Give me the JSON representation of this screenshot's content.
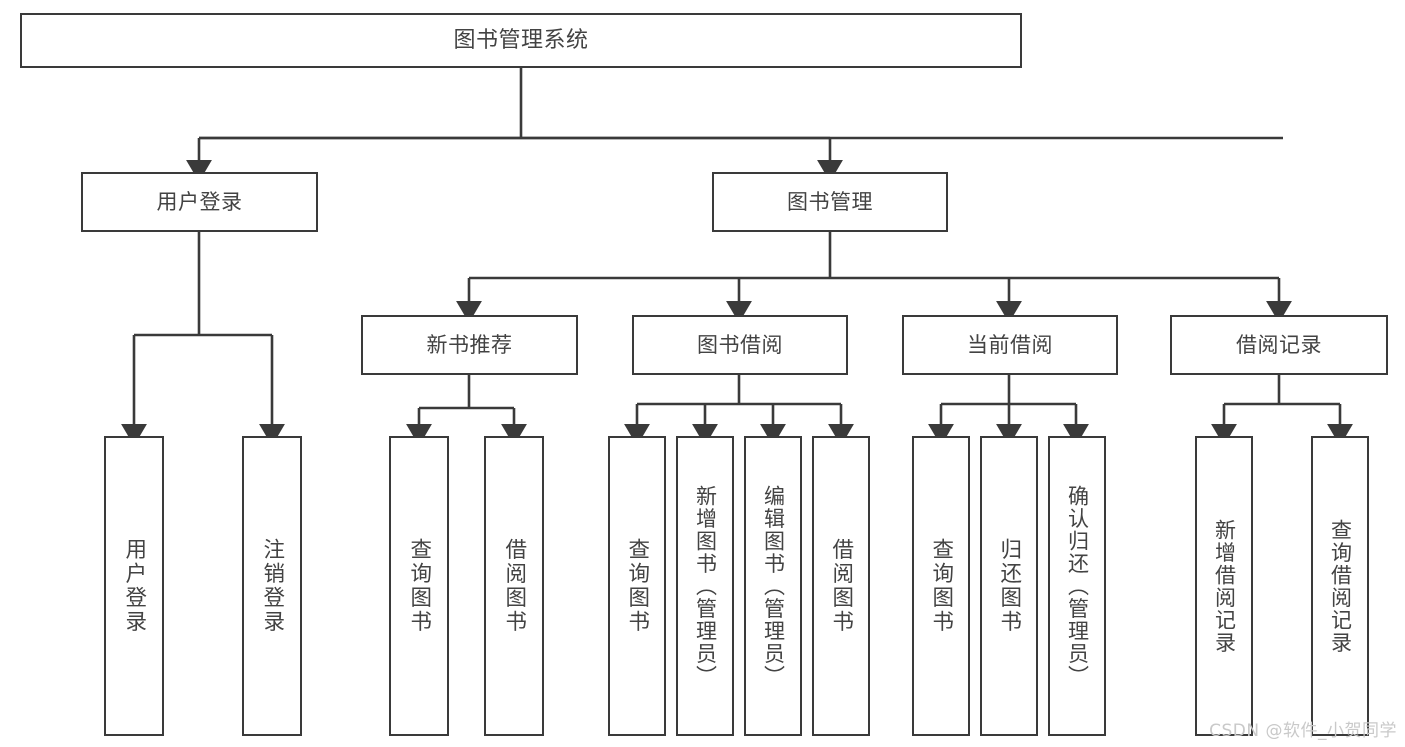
{
  "diagram": {
    "title": "图书管理系统",
    "type": "tree",
    "line_color": "#3a3a3a",
    "text_color": "#434343",
    "background": "#ffffff",
    "watermark": "CSDN @软件_小贺同学",
    "watermark_color": "#c9c9c9"
  },
  "nodes": {
    "root": {
      "label": "图书管理系统"
    },
    "level2": [
      {
        "id": "user-login",
        "label": "用户登录"
      },
      {
        "id": "book-manage",
        "label": "图书管理"
      }
    ],
    "level3": [
      {
        "id": "new-book-recommend",
        "label": "新书推荐"
      },
      {
        "id": "book-borrow",
        "label": "图书借阅"
      },
      {
        "id": "current-borrow",
        "label": "当前借阅"
      },
      {
        "id": "borrow-record",
        "label": "借阅记录"
      }
    ],
    "leaves": {
      "user_login": [
        {
          "id": "leaf-user-login",
          "label": "用户登录"
        },
        {
          "id": "leaf-logout-login",
          "label": "注销登录"
        }
      ],
      "new_book_recommend": [
        {
          "id": "leaf-query-book-1",
          "label": "查询图书"
        },
        {
          "id": "leaf-borrow-book-1",
          "label": "借阅图书"
        }
      ],
      "book_borrow": [
        {
          "id": "leaf-query-book-2",
          "label": "查询图书"
        },
        {
          "id": "leaf-add-book-admin",
          "label": "新增图书（管理员）"
        },
        {
          "id": "leaf-edit-book-admin",
          "label": "编辑图书（管理员）"
        },
        {
          "id": "leaf-borrow-book-2",
          "label": "借阅图书"
        }
      ],
      "current_borrow": [
        {
          "id": "leaf-query-book-3",
          "label": "查询图书"
        },
        {
          "id": "leaf-return-book",
          "label": "归还图书"
        },
        {
          "id": "leaf-confirm-return-admin",
          "label": "确认归还（管理员）"
        }
      ],
      "borrow_record": [
        {
          "id": "leaf-add-borrow-record",
          "label": "新增借阅记录"
        },
        {
          "id": "leaf-query-borrow-record",
          "label": "查询借阅记录"
        }
      ]
    }
  }
}
